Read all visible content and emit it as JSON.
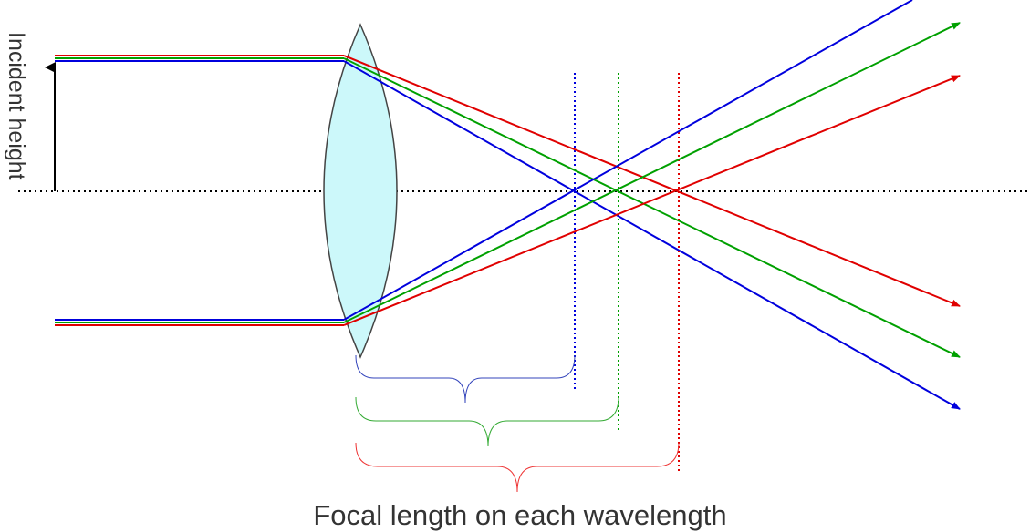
{
  "labels": {
    "incident_height": "Incident height",
    "focal_caption": "Focal length on each wavelength"
  },
  "colors": {
    "blue": "#0000dd",
    "green": "#00a000",
    "red": "#e00000",
    "lens_fill": "#ccf8fa",
    "lens_stroke": "#444444",
    "axis": "#000000",
    "caption_text": "#333333"
  },
  "wavelengths": [
    {
      "name": "blue",
      "color": "#0000dd"
    },
    {
      "name": "green",
      "color": "#00a000"
    },
    {
      "name": "red",
      "color": "#e00000"
    }
  ]
}
